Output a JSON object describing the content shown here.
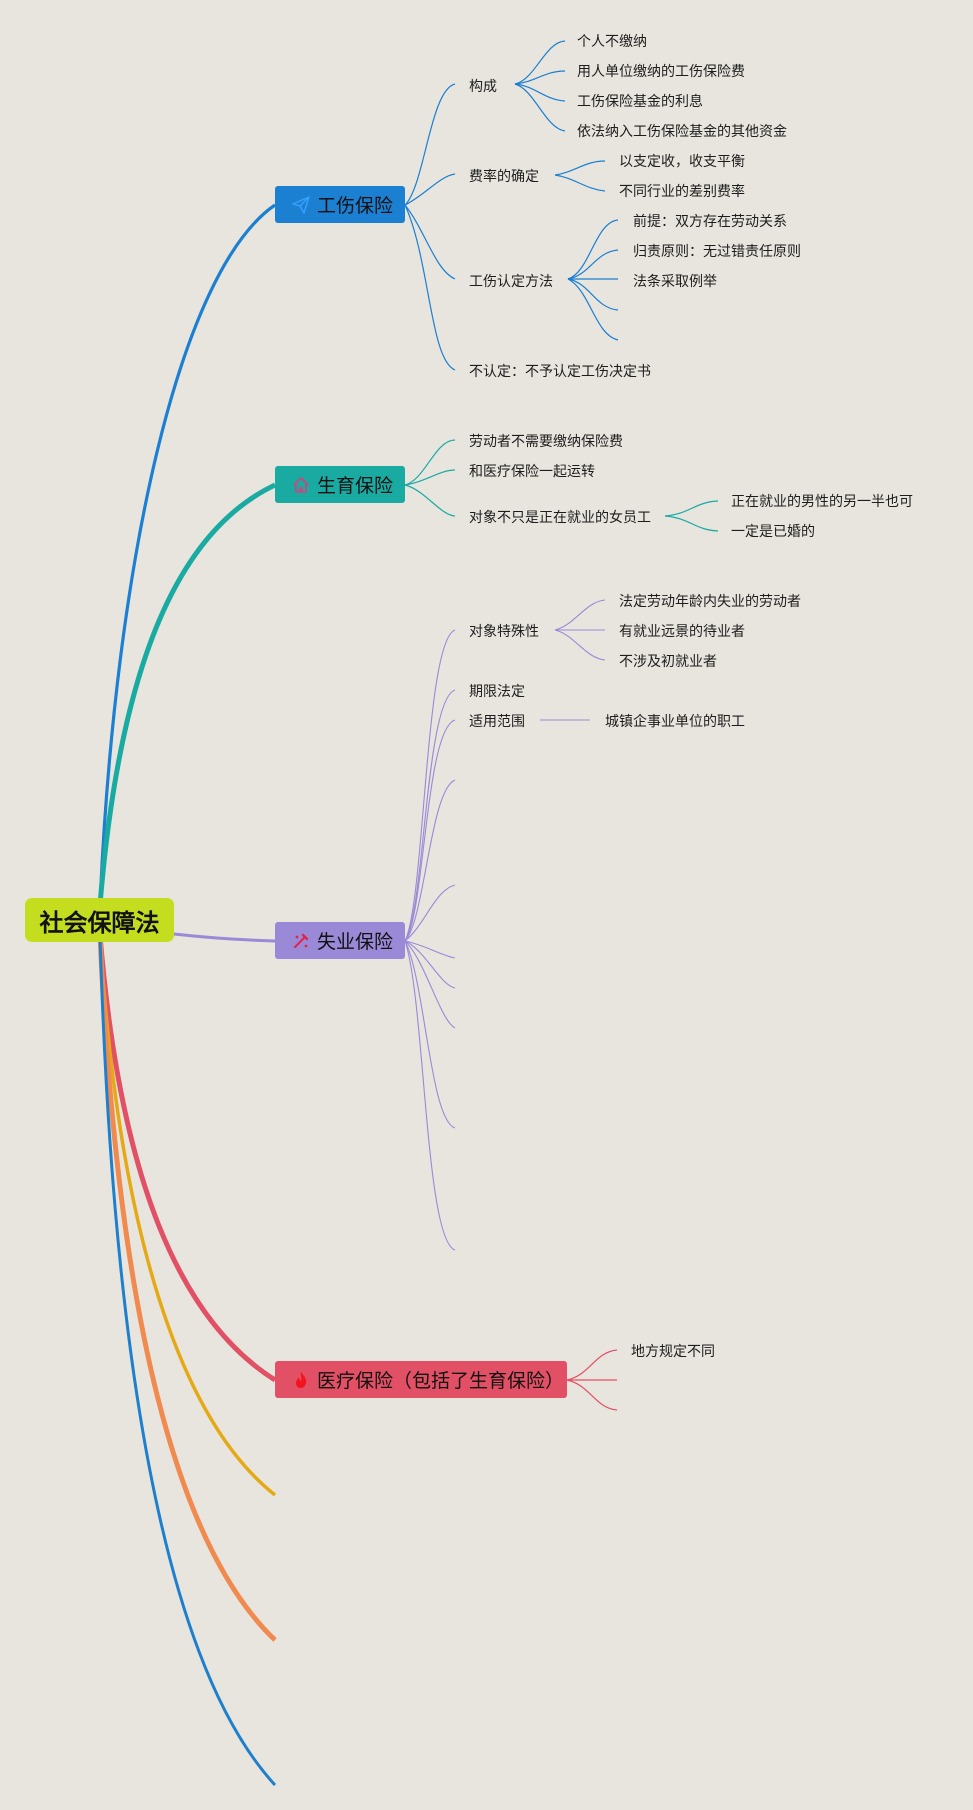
{
  "root": {
    "label": "社会保障法",
    "color": "#c4de1f"
  },
  "colors": {
    "injury": "#1b7fd2",
    "maternity": "#19aaa2",
    "unemployment": "#9a89d6",
    "medical": "#e15064",
    "yellow": "#e4a914",
    "orange": "#f08a4f",
    "blue2": "#1e7fcc"
  },
  "injury": {
    "label": "工伤保险",
    "icon": "paper-plane-icon",
    "composition": {
      "label": "构成",
      "items": [
        "个人不缴纳",
        "用人单位缴纳的工伤保险费",
        "工伤保险基金的利息",
        "依法纳入工伤保险基金的其他资金"
      ]
    },
    "rate": {
      "label": "费率的确定",
      "items": [
        "以支定收，收支平衡",
        "不同行业的差别费率"
      ]
    },
    "method": {
      "label": "工伤认定方法",
      "items": [
        "前提：双方存在劳动关系",
        "归责原则：无过错责任原则",
        "法条采取例举"
      ]
    },
    "not_recognized": "不认定：不予认定工伤决定书"
  },
  "maternity": {
    "label": "生育保险",
    "icon": "house-icon",
    "items": [
      "劳动者不需要缴纳保险费",
      "和医疗保险一起运转"
    ],
    "subject": {
      "label": "对象不只是正在就业的女员工",
      "items": [
        "正在就业的男性的另一半也可",
        "一定是已婚的"
      ]
    }
  },
  "unemployment": {
    "label": "失业保险",
    "icon": "tools-icon",
    "special": {
      "label": "对象特殊性",
      "items": [
        "法定劳动年龄内失业的劳动者",
        "有就业远景的待业者",
        "不涉及初就业者"
      ]
    },
    "term": "期限法定",
    "scope": {
      "label": "适用范围",
      "item": "城镇企事业单位的职工"
    }
  },
  "medical": {
    "label": "医疗保险（包括了生育保险）",
    "icon": "flame-icon",
    "items": [
      "地方规定不同"
    ]
  }
}
